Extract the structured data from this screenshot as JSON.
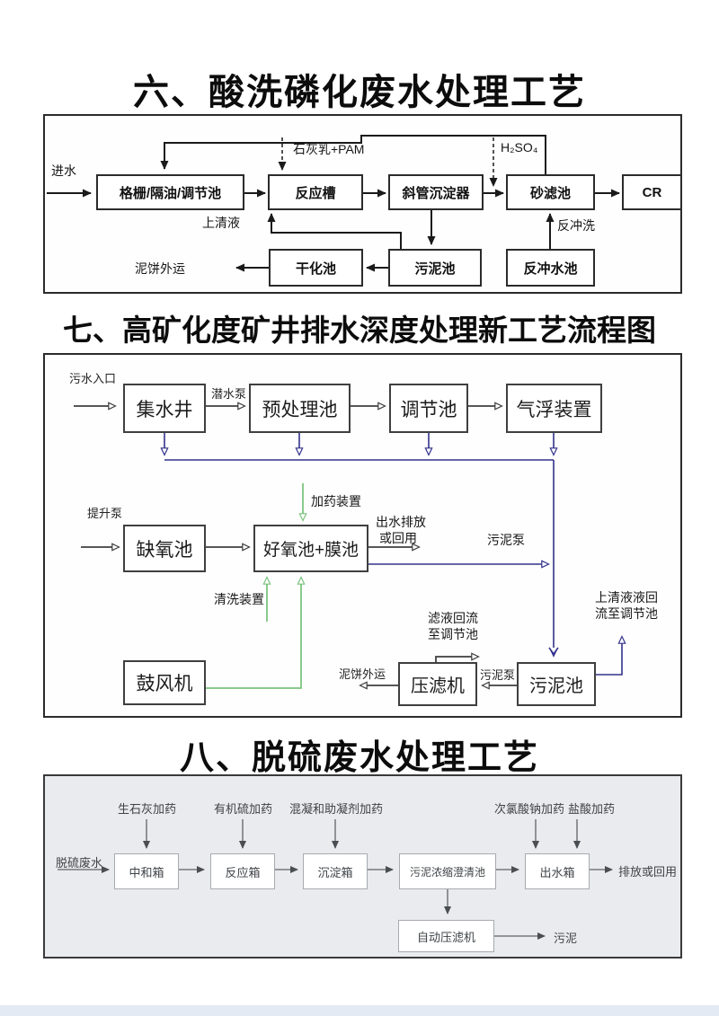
{
  "s6": {
    "title": "六、酸洗磷化废水处理工艺",
    "boxes": {
      "grille": "格栅/隔油/调节池",
      "reaction": "反应槽",
      "incline": "斜管沉淀器",
      "sand": "砂滤池",
      "cr": "CR",
      "drying": "干化池",
      "sludge": "污泥池",
      "backwash_tank": "反冲水池"
    },
    "labels": {
      "inlet": "进水",
      "lime": "石灰乳+PAM",
      "h2so4": "H₂SO₄",
      "supernatant": "上清液",
      "backwash_flow": "反冲洗",
      "cake_out": "泥饼外运"
    }
  },
  "s7": {
    "title": "七、高矿化度矿井排水深度处理新工艺流程图",
    "boxes": {
      "well": "集水井",
      "pretreat": "预处理池",
      "regulate": "调节池",
      "flotation": "气浮装置",
      "anoxic": "缺氧池",
      "aerobic": "好氧池+膜池",
      "blower": "鼓风机",
      "press": "压滤机",
      "sludge": "污泥池"
    },
    "labels": {
      "inlet": "污水入口",
      "subpump": "潜水泵",
      "lift": "提升泵",
      "dosing": "加药装置",
      "outflow1": "出水排放",
      "outflow2": "或回用",
      "sludgepump1": "污泥泵",
      "wash": "清洗装置",
      "filtrate1": "滤液回流",
      "filtrate2": "至调节池",
      "supernatant1": "上清液液回",
      "supernatant2": "流至调节池",
      "cake_out": "泥饼外运",
      "sludgepump2": "污泥泵"
    }
  },
  "s8": {
    "title": "八、脱硫废水处理工艺",
    "boxes": {
      "neutralize": "中和箱",
      "reaction": "反应箱",
      "sediment": "沉淀箱",
      "thicken": "污泥浓缩澄清池",
      "outbox": "出水箱",
      "autopress": "自动压滤机"
    },
    "labels": {
      "lime": "生石灰加药",
      "organic": "有机硫加药",
      "coagulant": "混凝和助凝剂加药",
      "naclo": "次氯酸钠加药",
      "hcl": "盐酸加药",
      "inlet": "脱硫废水",
      "discharge": "排放或回用",
      "sludge": "污泥"
    }
  },
  "colors": {
    "line_black": "#1a1a1a",
    "line_dark": "#3f3f3f",
    "line_navy": "#32328c",
    "line_green": "#7cc47f",
    "line_gray": "#5f6368",
    "flow3_bg": "#e9ebee"
  }
}
